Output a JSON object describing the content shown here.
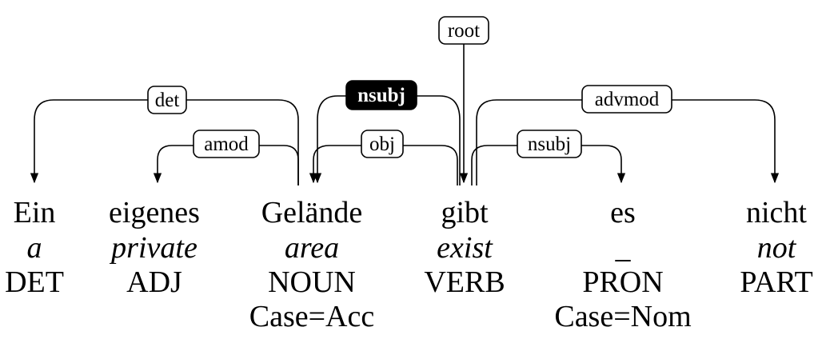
{
  "tokens": [
    {
      "form": "Ein",
      "gloss": "a",
      "upos": "DET",
      "feats": ""
    },
    {
      "form": "eigenes",
      "gloss": "private",
      "upos": "ADJ",
      "feats": ""
    },
    {
      "form": "Gelände",
      "gloss": "area",
      "upos": "NOUN",
      "feats": "Case=Acc"
    },
    {
      "form": "gibt",
      "gloss": "exist",
      "upos": "VERB",
      "feats": ""
    },
    {
      "form": "es",
      "gloss": "_",
      "upos": "PRON",
      "feats": "Case=Nom"
    },
    {
      "form": "nicht",
      "gloss": "not",
      "upos": "PART",
      "feats": ""
    }
  ],
  "root_label": "root",
  "arcs": [
    {
      "label": "det",
      "head": 2,
      "dep": 0,
      "highlight": false
    },
    {
      "label": "amod",
      "head": 2,
      "dep": 1,
      "highlight": false
    },
    {
      "label": "nsubj",
      "head": 3,
      "dep": 2,
      "highlight": true
    },
    {
      "label": "obj",
      "head": 3,
      "dep": 2,
      "highlight": false
    },
    {
      "label": "nsubj",
      "head": 3,
      "dep": 4,
      "highlight": false
    },
    {
      "label": "advmod",
      "head": 3,
      "dep": 5,
      "highlight": false
    }
  ],
  "colors": {
    "highlight_fill": "#000000",
    "highlight_text": "#ffffff",
    "default_fill": "#ffffff"
  }
}
